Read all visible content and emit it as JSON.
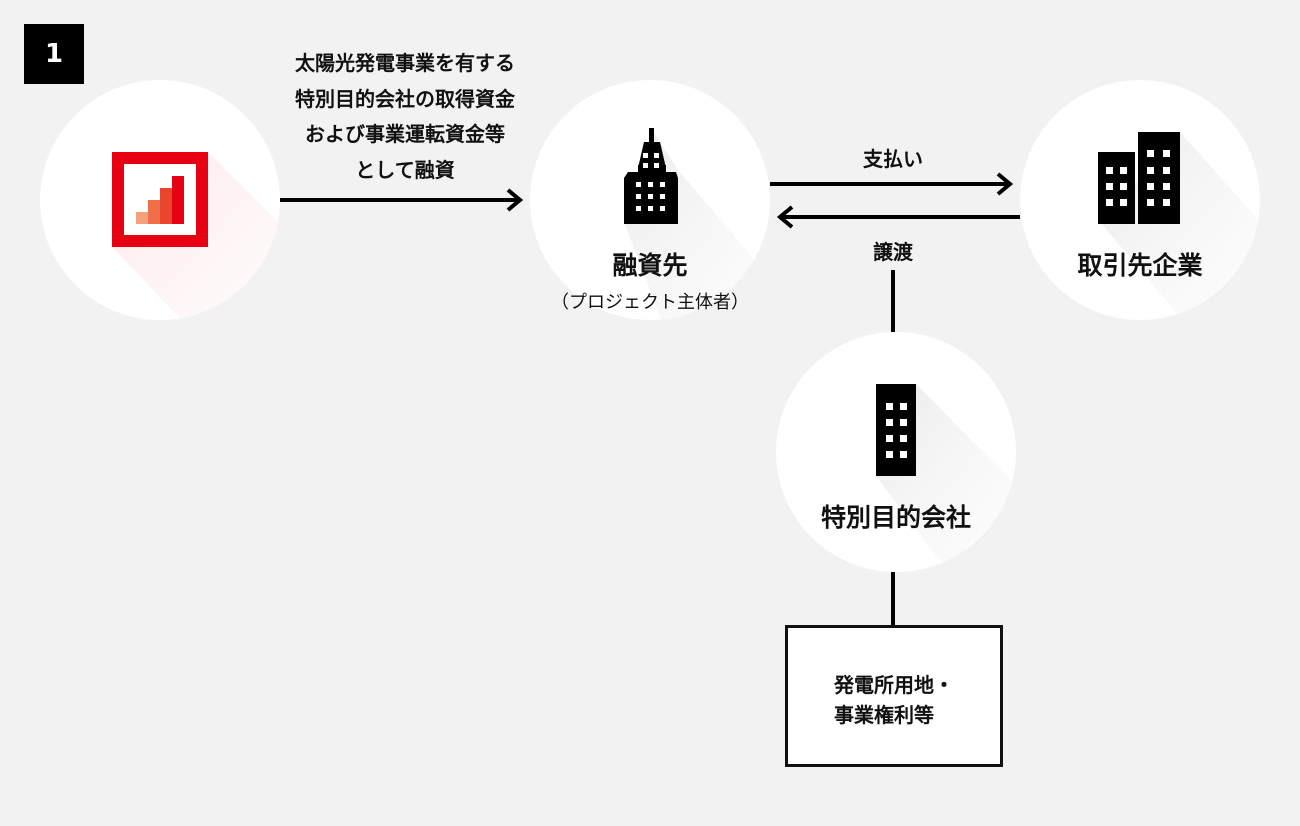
{
  "step_number": "1",
  "loan_label": [
    "太陽光発電事業を有する",
    "特別目的会社の取得資金",
    "および事業運転資金等",
    "として融資"
  ],
  "nodes": {
    "lender": {
      "icon": "bank-logo-icon"
    },
    "borrower": {
      "label": "融資先",
      "sublabel": "（プロジェクト主体者）",
      "icon": "tower-building-icon"
    },
    "counterparty": {
      "label": "取引先企業",
      "icon": "office-buildings-icon"
    },
    "spc": {
      "label": "特別目的会社",
      "icon": "building-icon"
    }
  },
  "edges": {
    "payment": "支払い",
    "transfer": "譲渡"
  },
  "asset_box": [
    "発電所用地・",
    "事業権利等"
  ],
  "colors": {
    "accent": "#e60012",
    "bar1": "#f4a07a",
    "bar2": "#ee6f4a",
    "bar3": "#e8452c"
  }
}
